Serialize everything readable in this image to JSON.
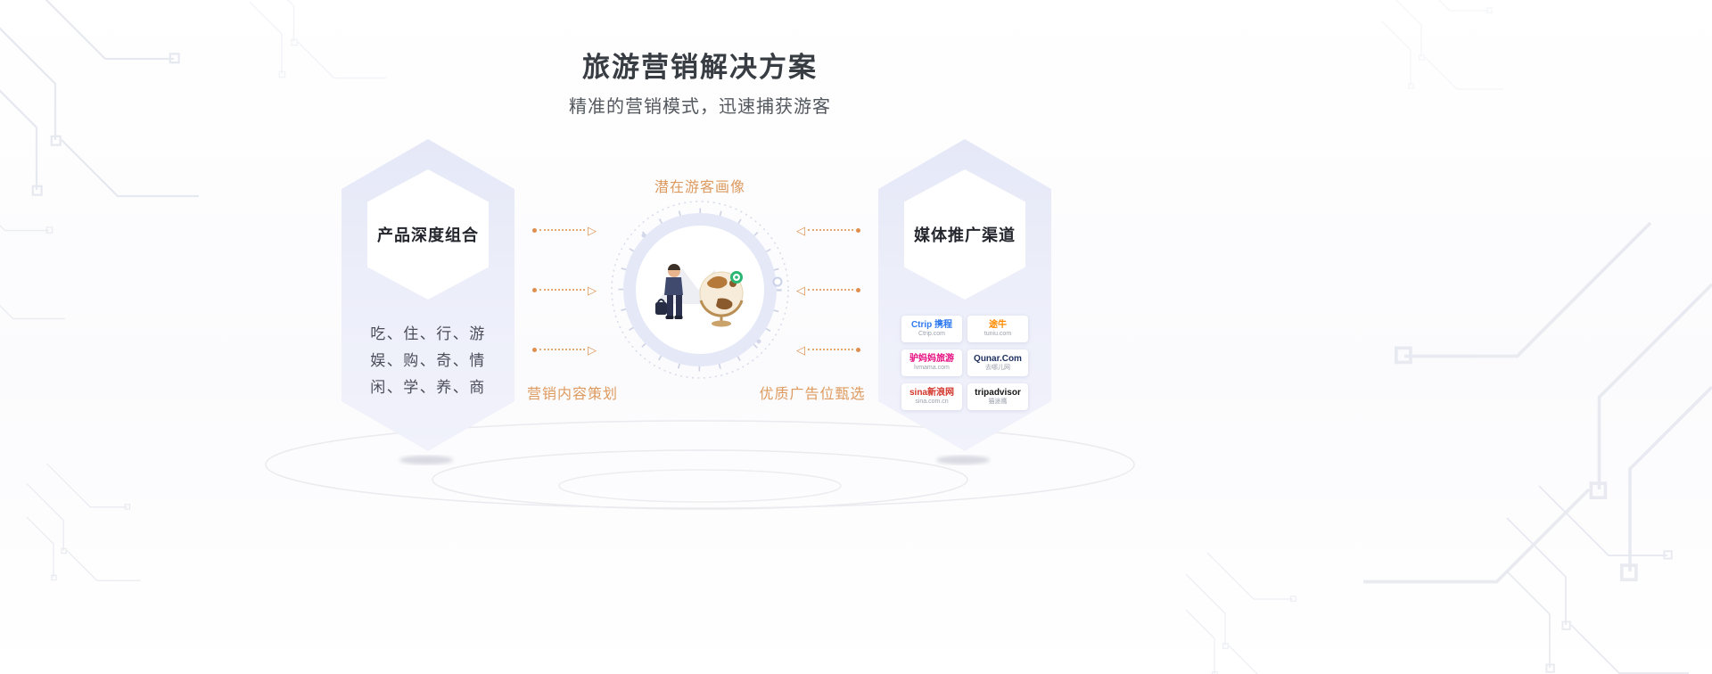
{
  "header": {
    "title": "旅游营销解决方案",
    "subtitle": "精准的营销模式，迅速捕获游客"
  },
  "left_card": {
    "title": "产品深度组合",
    "lines": [
      "吃、住、行、游",
      "娱、购、奇、情",
      "闲、学、养、商"
    ]
  },
  "center": {
    "top_label": "潜在游客画像",
    "bottom_left_label": "营销内容策划",
    "bottom_right_label": "优质广告位甄选"
  },
  "right_card": {
    "title": "媒体推广渠道",
    "logos": [
      {
        "id": "ctrip",
        "brand": "Ctrip 携程",
        "sub": "Ctrip.com"
      },
      {
        "id": "tuniu",
        "brand": "途牛",
        "sub": "tuniu.com"
      },
      {
        "id": "lvmama",
        "brand": "驴妈妈旅游",
        "sub": "lvmama.com"
      },
      {
        "id": "qunar",
        "brand": "Qunar.Com",
        "sub": "去哪儿网"
      },
      {
        "id": "sina",
        "brand": "sina新浪网",
        "sub": "sina.com.cn"
      },
      {
        "id": "tripadvisor",
        "brand": "tripadvisor",
        "sub": "猫途鹰"
      }
    ]
  },
  "colors": {
    "accent_orange": "#dd9a5f",
    "lavender": "#e8eaf8",
    "title_dark": "#383d43",
    "pin_green": "#2bb673"
  }
}
